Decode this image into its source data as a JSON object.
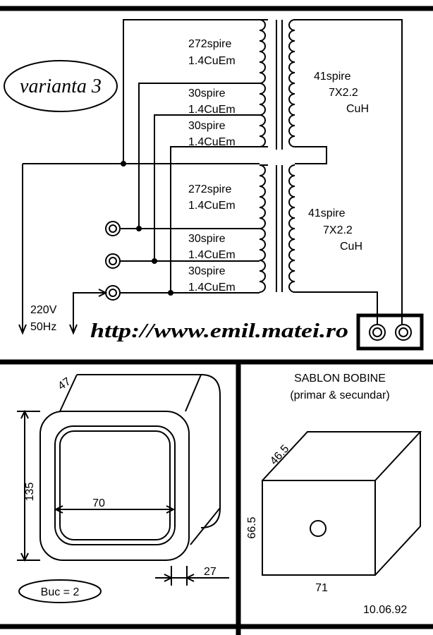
{
  "top": {
    "variant_label": "varianta 3",
    "upper": {
      "primary1_turns": "272spire",
      "primary1_wire": "1.4CuEm",
      "tap1_turns": "30spire",
      "tap1_wire": "1.4CuEm",
      "tap2_turns": "30spire",
      "tap2_wire": "1.4CuEm",
      "secondary_turns": "41spire",
      "secondary_wire": "7X2.2",
      "secondary_material": "CuH"
    },
    "lower": {
      "primary1_turns": "272spire",
      "primary1_wire": "1.4CuEm",
      "tap1_turns": "30spire",
      "tap1_wire": "1.4CuEm",
      "tap2_turns": "30spire",
      "tap2_wire": "1.4CuEm",
      "secondary_turns": "41spire",
      "secondary_wire": "7X2.2",
      "secondary_material": "CuH"
    },
    "mains_voltage": "220V",
    "mains_freq": "50Hz",
    "website": "http://www.emil.matei.ro"
  },
  "core": {
    "depth": "47",
    "height": "135",
    "window_width": "70",
    "thickness": "27",
    "count_label": "Buc = 2"
  },
  "bobbin": {
    "title": "SABLON BOBINE",
    "subtitle": "(primar & secundar)",
    "depth": "46.5",
    "height": "66.5",
    "width": "71",
    "date": "10.06.92"
  }
}
